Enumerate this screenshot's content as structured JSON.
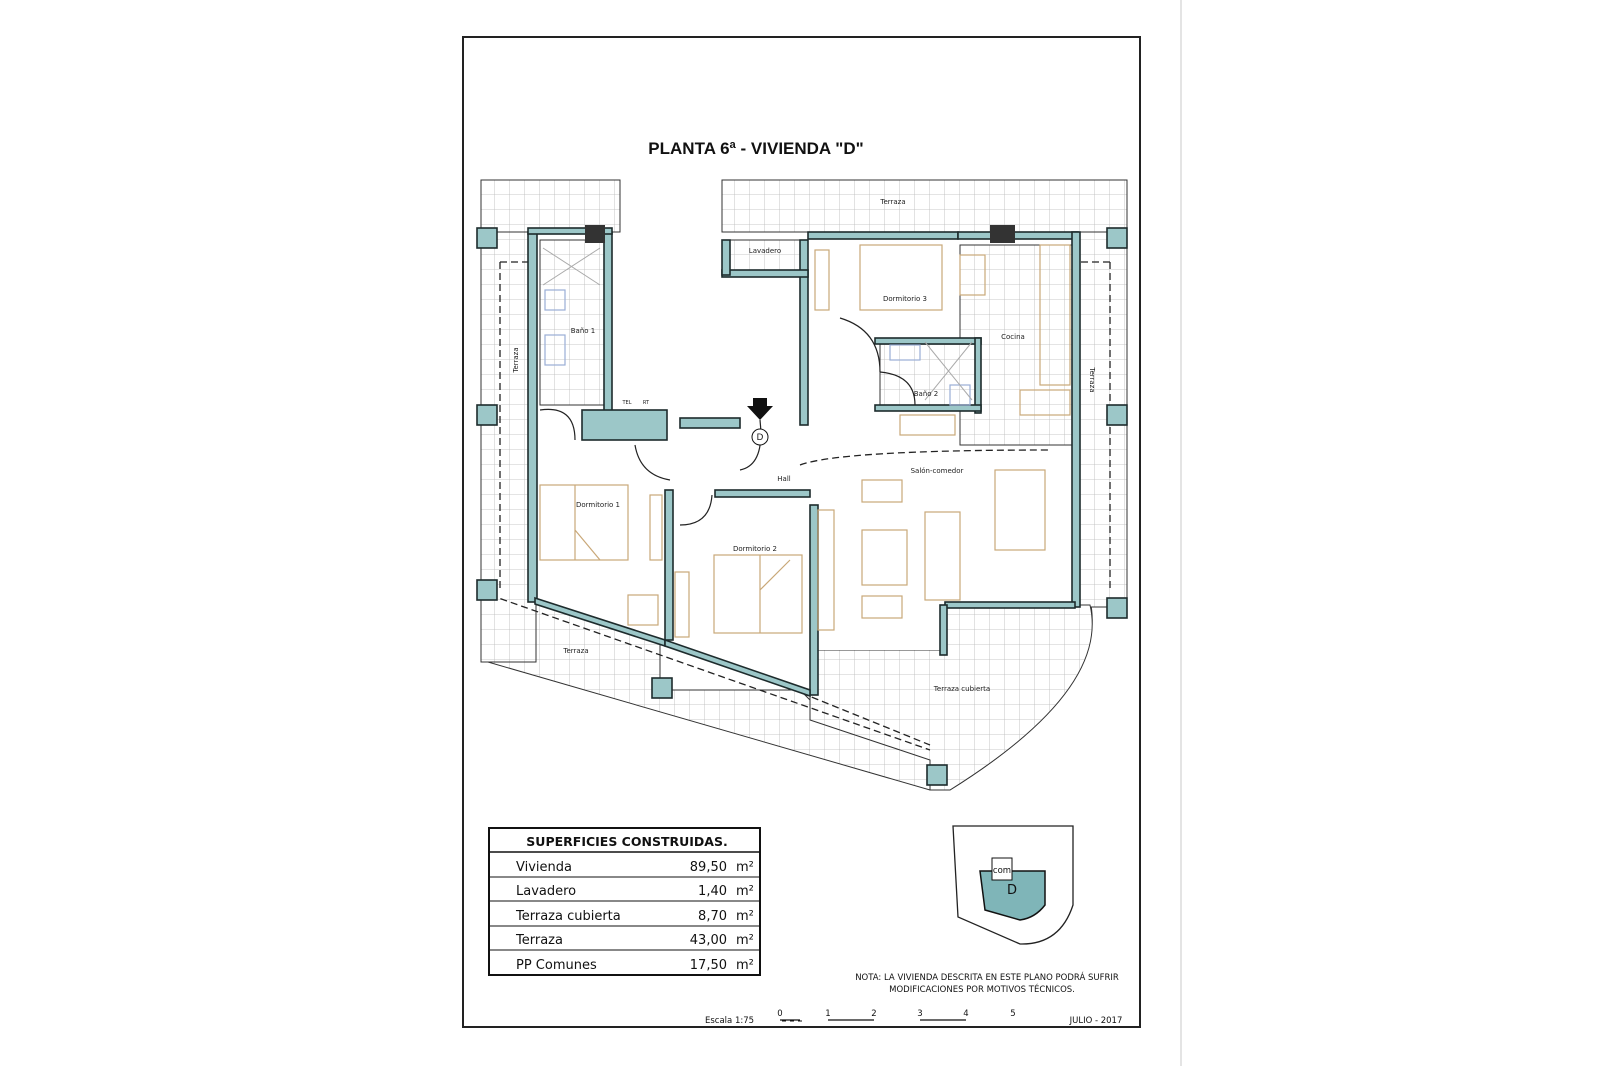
{
  "title": "PLANTA 6ª - VIVIENDA \"D\"",
  "rooms": {
    "terraza_top": "Terraza",
    "lavadero": "Lavadero",
    "dormitorio3": "Dormitorio 3",
    "bano1": "Baño 1",
    "bano2": "Baño 2",
    "cocina": "Cocina",
    "terraza_left": "Terraza",
    "terraza_right": "Terraza",
    "hall": "Hall",
    "salon": "Salón-comedor",
    "dormitorio1": "Dormitorio 1",
    "dormitorio2": "Dormitorio 2",
    "terraza_bottom": "Terraza",
    "terraza_cubierta": "Terraza cubierta",
    "entrance_marker": "D",
    "tel": "TEL",
    "rt": "RT"
  },
  "surfaces": {
    "header": "SUPERFICIES CONSTRUIDAS.",
    "unit": "m²",
    "rows": [
      {
        "label": "Vivienda",
        "value": "89,50"
      },
      {
        "label": "Lavadero",
        "value": "1,40"
      },
      {
        "label": "Terraza cubierta",
        "value": "8,70"
      },
      {
        "label": "Terraza",
        "value": "43,00"
      },
      {
        "label": "PP Comunes",
        "value": "17,50"
      }
    ]
  },
  "key_plan": {
    "com_label": "com",
    "unit_label": "D",
    "highlight_color": "#7fb5b8"
  },
  "note_line1": "NOTA: LA VIVIENDA DESCRITA EN ESTE PLANO PODRÁ SUFRIR",
  "note_line2": "MODIFICACIONES POR MOTIVOS TÉCNICOS.",
  "scale": {
    "label": "Escala 1:75",
    "ticks": [
      "0",
      "1",
      "2",
      "3",
      "4",
      "5"
    ]
  },
  "date": "JULIO - 2017",
  "colors": {
    "wall": "#9cc7c8",
    "furniture": "#c9a878"
  }
}
